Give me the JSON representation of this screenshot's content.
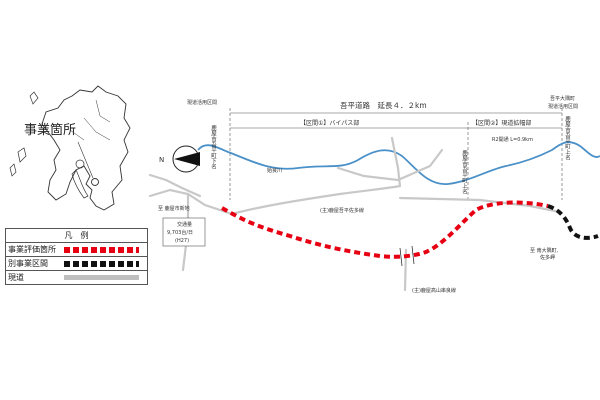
{
  "inset": {
    "title": "事業箇所"
  },
  "header": {
    "project_title": "吾平道路　延長４．２km",
    "section1_label": "【区間①】バイパス部",
    "section2_label": "【区間②】現道拡幅部",
    "left_start_label": "現道活用区間",
    "right_start_label": "現道活用区間",
    "right_top_label": "吾平大隅町"
  },
  "annotations": {
    "north": "N",
    "river": "姶良川",
    "cross_left": "鹿屋市吾平町下名",
    "cross_mid": "鹿屋市吾平町上名",
    "cross_right": "鹿屋市吾平町上名",
    "r_note": "R2開通 L=0.9km",
    "traffic_title": "交通量",
    "traffic_value": "9,703台/日",
    "traffic_year": "(H27)",
    "road_upper": "(主)鹿屋吾平佐多線",
    "road_lower": "(主)鹿屋高山串良線",
    "dest_left": "至 鹿屋市新地",
    "dest_right1": "至 南大隅町,",
    "dest_right2": "佐多岬"
  },
  "legend": {
    "title": "凡　例",
    "items": [
      {
        "label": "事業評価箇所"
      },
      {
        "label": "別事業区間"
      },
      {
        "label": "現道"
      }
    ]
  },
  "colors": {
    "evaluated_section": "#e60012",
    "other_project": "#111111",
    "existing_road": "#bfbfbf",
    "river": "#4a90c8"
  }
}
